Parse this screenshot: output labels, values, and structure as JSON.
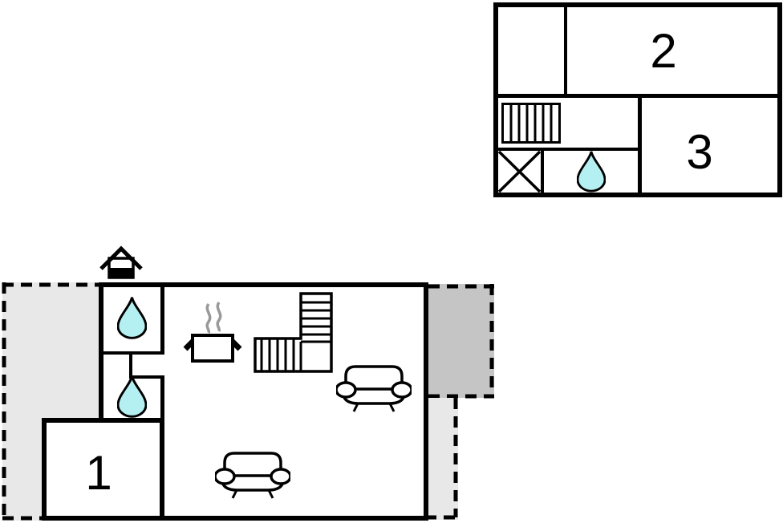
{
  "plan": {
    "upper_floor": {
      "room_labels": [
        "2",
        "3"
      ],
      "features": [
        "staircase",
        "cross-box",
        "water-drop"
      ]
    },
    "ground_floor": {
      "room_labels": [
        "1"
      ],
      "features": [
        "chimney",
        "water-drop",
        "water-drop",
        "cooking-pot",
        "staircase",
        "sofa",
        "sofa"
      ],
      "terrace_count": 3
    }
  },
  "colors": {
    "wall": "#000000",
    "water": "#b4f0f2",
    "terrace_light": "#e8e8e8",
    "terrace_dark": "#c5c5c5",
    "steam": "#999999",
    "bg": "#ffffff"
  }
}
